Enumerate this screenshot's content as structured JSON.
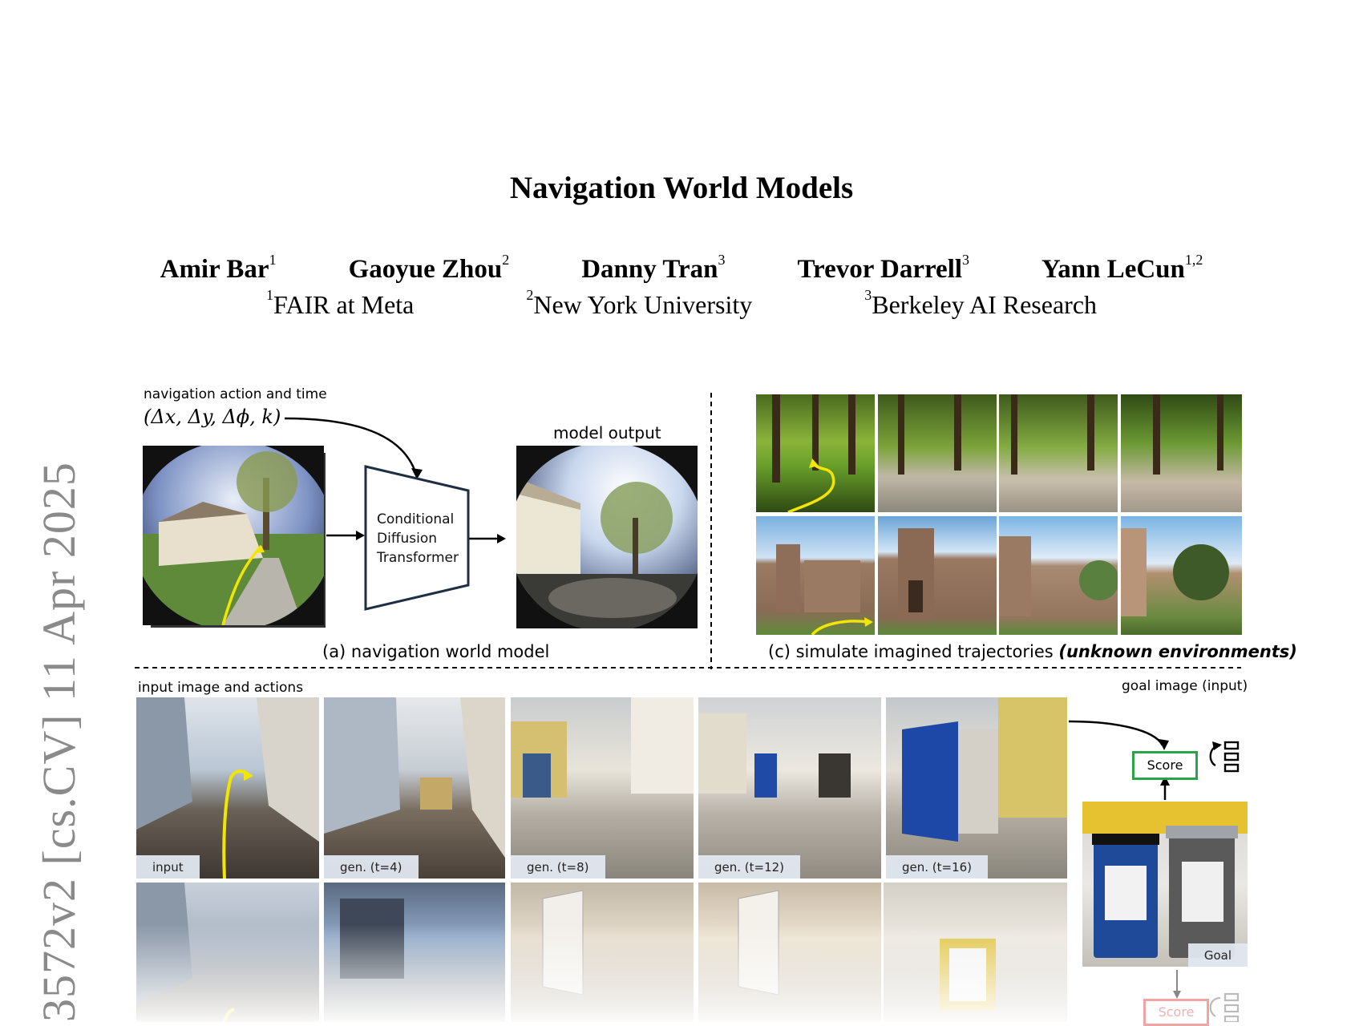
{
  "paper": {
    "title": "Navigation World Models",
    "authors": [
      {
        "name": "Amir Bar",
        "sup": "1"
      },
      {
        "name": "Gaoyue Zhou",
        "sup": "2"
      },
      {
        "name": "Danny Tran",
        "sup": "3"
      },
      {
        "name": "Trevor Darrell",
        "sup": "3"
      },
      {
        "name": "Yann LeCun",
        "sup": "1,2"
      }
    ],
    "affiliations": [
      {
        "sup": "1",
        "name": "FAIR at Meta"
      },
      {
        "sup": "2",
        "name": "New York University"
      },
      {
        "sup": "3",
        "name": "Berkeley AI Research"
      }
    ],
    "arxiv_stamp": "3572v2  [cs.CV]  11 Apr 2025"
  },
  "figure": {
    "panel_a": {
      "action_label": "navigation action and time",
      "action_formula": "(Δx, Δy, Δϕ, k)",
      "model_box": [
        "Conditional",
        "Diffusion",
        "Transformer"
      ],
      "output_label": "model output",
      "caption": "(a) navigation world model"
    },
    "panel_c": {
      "caption_main": "(c) simulate imagined trajectories ",
      "caption_emph": "(unknown environments)"
    },
    "panel_b": {
      "input_label": "input image and actions",
      "goal_label": "goal image (input)",
      "frame_badges": [
        "input",
        "gen. (t=4)",
        "gen. (t=8)",
        "gen. (t=12)",
        "gen. (t=16)"
      ],
      "score_label": "Score",
      "goal_badge": "Goal"
    },
    "colors": {
      "score_green": "#2aa34a",
      "score_red": "#e05a5a",
      "trajectory_yellow": "#f2e600"
    }
  }
}
